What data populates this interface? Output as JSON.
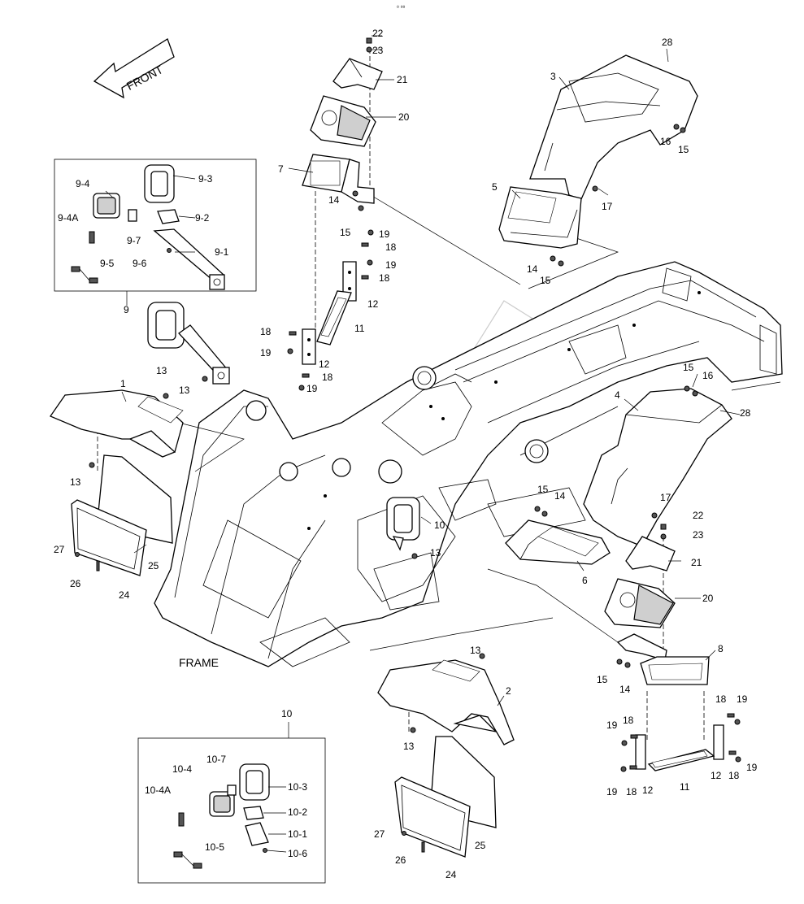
{
  "direction_label": "FRONT",
  "frame_label": "FRAME",
  "header_mark": "⁰ ⁰⁰",
  "callouts": {
    "p22a": "22",
    "p23a": "23",
    "p21a": "21",
    "p20a": "20",
    "p7": "7",
    "p14a": "14",
    "p15a": "15",
    "p19a": "19",
    "p18a": "18",
    "p19b": "19",
    "p18b": "18",
    "p12a": "12",
    "p11a": "11",
    "p18c": "18",
    "p19c": "19",
    "p12b": "12",
    "p18d": "18",
    "p19d": "19",
    "p28a": "28",
    "p3": "3",
    "p16a": "16",
    "p15b": "15",
    "p17a": "17",
    "p5": "5",
    "p14b": "14",
    "p15c": "15",
    "p9_4": "9-4",
    "p9_3": "9-3",
    "p9_4A": "9-4A",
    "p9_2": "9-2",
    "p9_7": "9-7",
    "p9_1": "9-1",
    "p9_6": "9-6",
    "p9_5": "9-5",
    "p9": "9",
    "p13a": "13",
    "p13b": "13",
    "p1": "1",
    "p13c": "13",
    "p27a": "27",
    "p26a": "26",
    "p24a": "24",
    "p25a": "25",
    "p10": "10",
    "p13d": "13",
    "p6": "6",
    "p15d": "15",
    "p16b": "16",
    "p4": "4",
    "p28b": "28",
    "p15e": "15",
    "p14c": "14",
    "p17b": "17",
    "p22b": "22",
    "p23b": "23",
    "p21b": "21",
    "p20b": "20",
    "p8": "8",
    "p15f": "15",
    "p14d": "14",
    "p13e": "13",
    "p2": "2",
    "p13f": "13",
    "p18e": "18",
    "p19e": "19",
    "p19f": "19",
    "p18f": "18",
    "p12c": "12",
    "p12d": "12",
    "p18g": "18",
    "p19g": "19",
    "p19h": "19",
    "p18h": "18",
    "p11b": "11",
    "p27b": "27",
    "p26b": "26",
    "p24b": "24",
    "p25b": "25",
    "p10g": "10",
    "p10_7": "10-7",
    "p10_4": "10-4",
    "p10_3": "10-3",
    "p10_4A": "10-4A",
    "p10_2": "10-2",
    "p10_1": "10-1",
    "p10_6": "10-6",
    "p10_5": "10-5"
  },
  "colors": {
    "line": "#000000",
    "fill": "#ffffff",
    "shade": "#cfcfcf",
    "watermark": "#999999"
  }
}
